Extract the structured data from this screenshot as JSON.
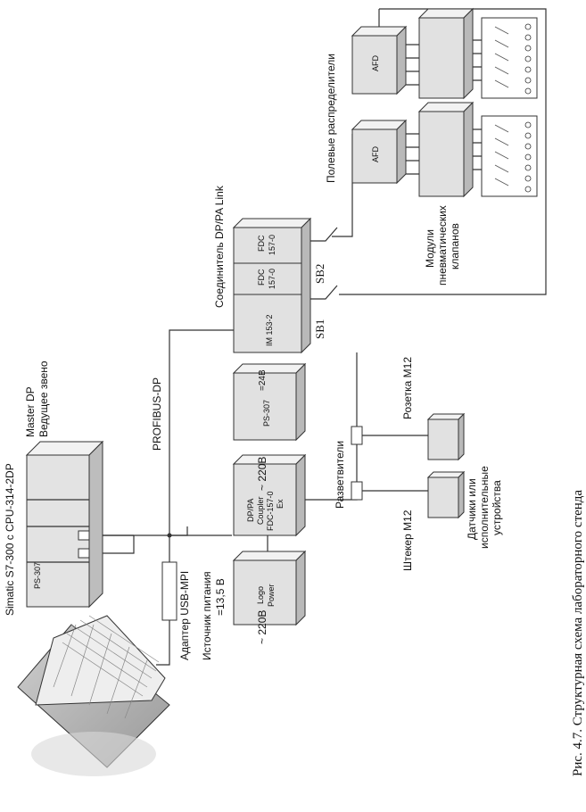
{
  "caption": "Рис. 4.7. Структурная схема лабораторного стенда",
  "labels": {
    "simatic": "Simatic S7-300 с CPU-314-2DP",
    "master_dp": "Master DP",
    "master_sub": "Ведущее звено",
    "profibus": "PROFIBUS-DP",
    "link_title": "Соединитель DP/PA Link",
    "field_dist": "Полевые распределители",
    "valves_1": "Модули",
    "valves_2": "пневматических",
    "valves_3": "клапанов",
    "sb1": "SB1",
    "sb2": "SB2",
    "v24": "=24В",
    "v220_top": "~ 220В",
    "v220_bottom": "~ 220В",
    "psu_1": "Источник питания",
    "psu_2": "=13,5 В",
    "adapter": "Адаптер USB-MPI",
    "splitters": "Разветвители",
    "socket": "Розетка M12",
    "plug": "Штекер M12",
    "sensors_1": "Датчики или",
    "sensors_2": "исполнительные",
    "sensors_3": "устройства"
  },
  "modules": {
    "plc_ps": "PS-307",
    "ps307": "PS-307",
    "im153": "IM 153-2",
    "fdc1_a": "FDC",
    "fdc1_b": "157-0",
    "fdc2_a": "FDC",
    "fdc2_b": "157-0",
    "afd_top": "AFD",
    "afd_bottom": "AFD",
    "logo_a": "Logo",
    "logo_b": "Power",
    "coupler_a": "DP/PA",
    "coupler_b": "Coupler",
    "coupler_c": "FDC-157-0",
    "coupler_d": "Ex"
  }
}
